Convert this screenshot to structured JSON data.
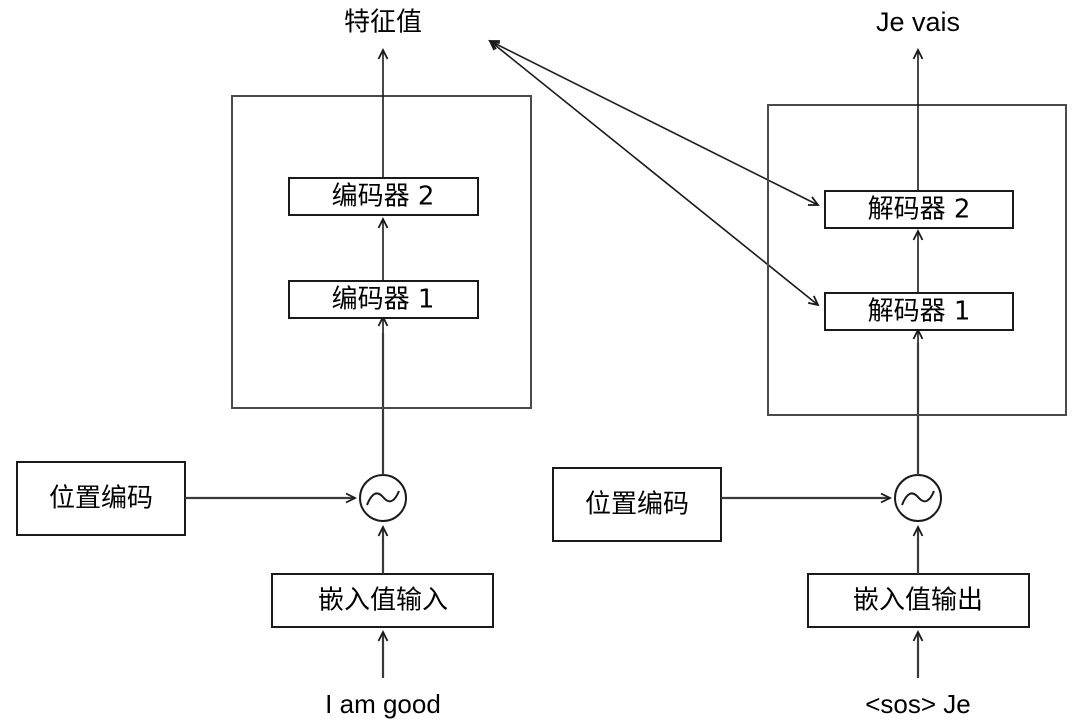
{
  "diagram": {
    "title": "Transformer encoder-decoder architecture",
    "colors": {
      "stroke": "#1a1a1a",
      "outer_stroke": "#4a4a4a",
      "connector": "#3a3a3a",
      "background": "#ffffff"
    },
    "encoder_side": {
      "output_label": "特征值",
      "stack_blocks": [
        {
          "label": "编码器 2"
        },
        {
          "label": "编码器 1"
        }
      ],
      "positional_encoding_label": "位置编码",
      "embedding_label": "嵌入值输入",
      "input_text": "I am good",
      "add_symbol": "sine-wave-circle"
    },
    "decoder_side": {
      "output_label": "Je vais",
      "stack_blocks": [
        {
          "label": "解码器 2"
        },
        {
          "label": "解码器 1"
        }
      ],
      "positional_encoding_label": "位置编码",
      "embedding_label": "嵌入值输出",
      "input_text": "<sos> Je",
      "add_symbol": "sine-wave-circle"
    },
    "cross_attention": {
      "source_label": "特征值",
      "targets": [
        "解码器 2",
        "解码器 1"
      ],
      "arrow_count": 2
    }
  }
}
